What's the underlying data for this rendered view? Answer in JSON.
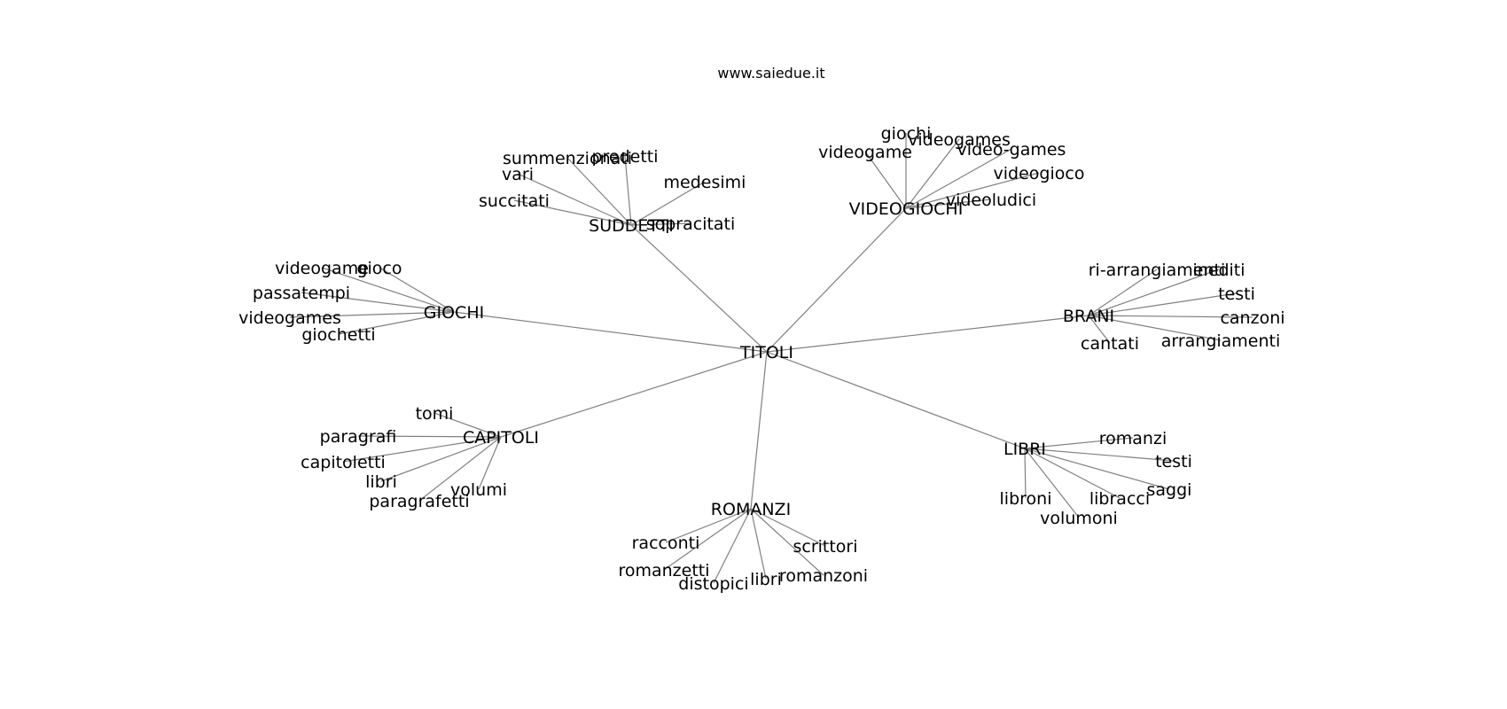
{
  "site": "www.saiedue.it",
  "root": "TITOLI",
  "groups": [
    {
      "label": "SUDDETTI",
      "leaves": [
        "summenzionati",
        "predetti",
        "vari",
        "medesimi",
        "succitati",
        "sopracitati"
      ]
    },
    {
      "label": "VIDEOGIOCHI",
      "leaves": [
        "giochi",
        "videogames",
        "videogame",
        "video-games",
        "videogioco",
        "videoludici"
      ]
    },
    {
      "label": "GIOCHI",
      "leaves": [
        "videogame",
        "gioco",
        "passatempi",
        "videogames",
        "giochetti"
      ]
    },
    {
      "label": "BRANI",
      "leaves": [
        "ri-arrangiamenti",
        "inediti",
        "testi",
        "canzoni",
        "cantati",
        "arrangiamenti"
      ]
    },
    {
      "label": "CAPITOLI",
      "leaves": [
        "tomi",
        "paragrafi",
        "capitoletti",
        "libri",
        "volumi",
        "paragrafetti"
      ]
    },
    {
      "label": "LIBRI",
      "leaves": [
        "romanzi",
        "testi",
        "saggi",
        "libroni",
        "libracci",
        "volumoni"
      ]
    },
    {
      "label": "ROMANZI",
      "leaves": [
        "racconti",
        "romanzetti",
        "distopici",
        "libri",
        "romanzoni",
        "scrittori"
      ]
    }
  ]
}
